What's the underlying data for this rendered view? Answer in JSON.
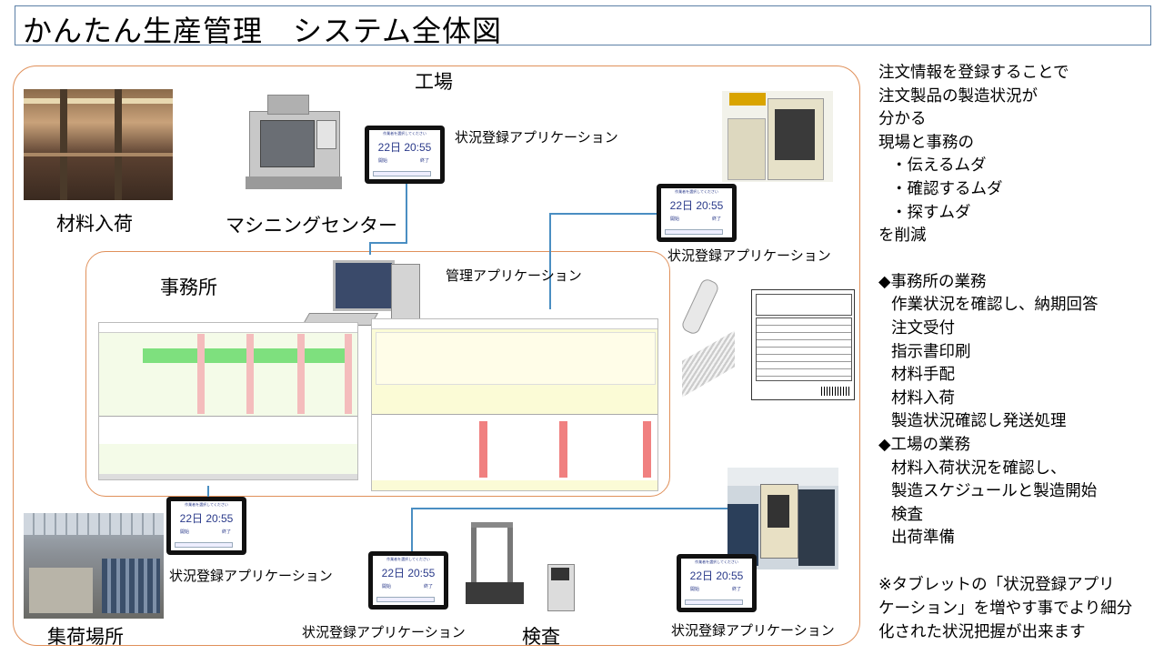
{
  "title": "かんたん生産管理　システム全体図",
  "areas": {
    "factory": "工場",
    "office": "事務所"
  },
  "labels": {
    "material_arrival": "材料入荷",
    "machining_center": "マシニングセンター",
    "management_app": "管理アプリケーション",
    "collection_area": "集荷場所",
    "inspection": "検査",
    "status_app": "状況登録アプリケーション"
  },
  "tablet": {
    "header": "作業者を選択してください",
    "time": "22日 20:55",
    "start": "開始",
    "end": "終了"
  },
  "side_text": {
    "intro": [
      "注文情報を登録することで",
      "注文製品の製造状況が",
      "分かる",
      "現場と事務の",
      "・伝えるムダ",
      "・確認するムダ",
      "・探すムダ",
      "を削減"
    ],
    "office_heading": "◆事務所の業務",
    "office_tasks": [
      "作業状況を確認し、納期回答",
      "注文受付",
      "指示書印刷",
      "材料手配",
      "材料入荷",
      "製造状況確認し発送処理"
    ],
    "factory_heading": "◆工場の業務",
    "factory_tasks": [
      "材料入荷状況を確認し、",
      "製造スケジュールと製造開始",
      "検査",
      "出荷準備"
    ]
  },
  "note": [
    "※タブレットの「状況登録アプリ",
    "ケーション」を増やす事でより細分",
    "化された状況把握が出来ます"
  ],
  "colors": {
    "frame": "#e0905a",
    "connector": "#4a8ec2",
    "title_border": "#5b7fa6",
    "tablet_text": "#2a3a8a"
  }
}
